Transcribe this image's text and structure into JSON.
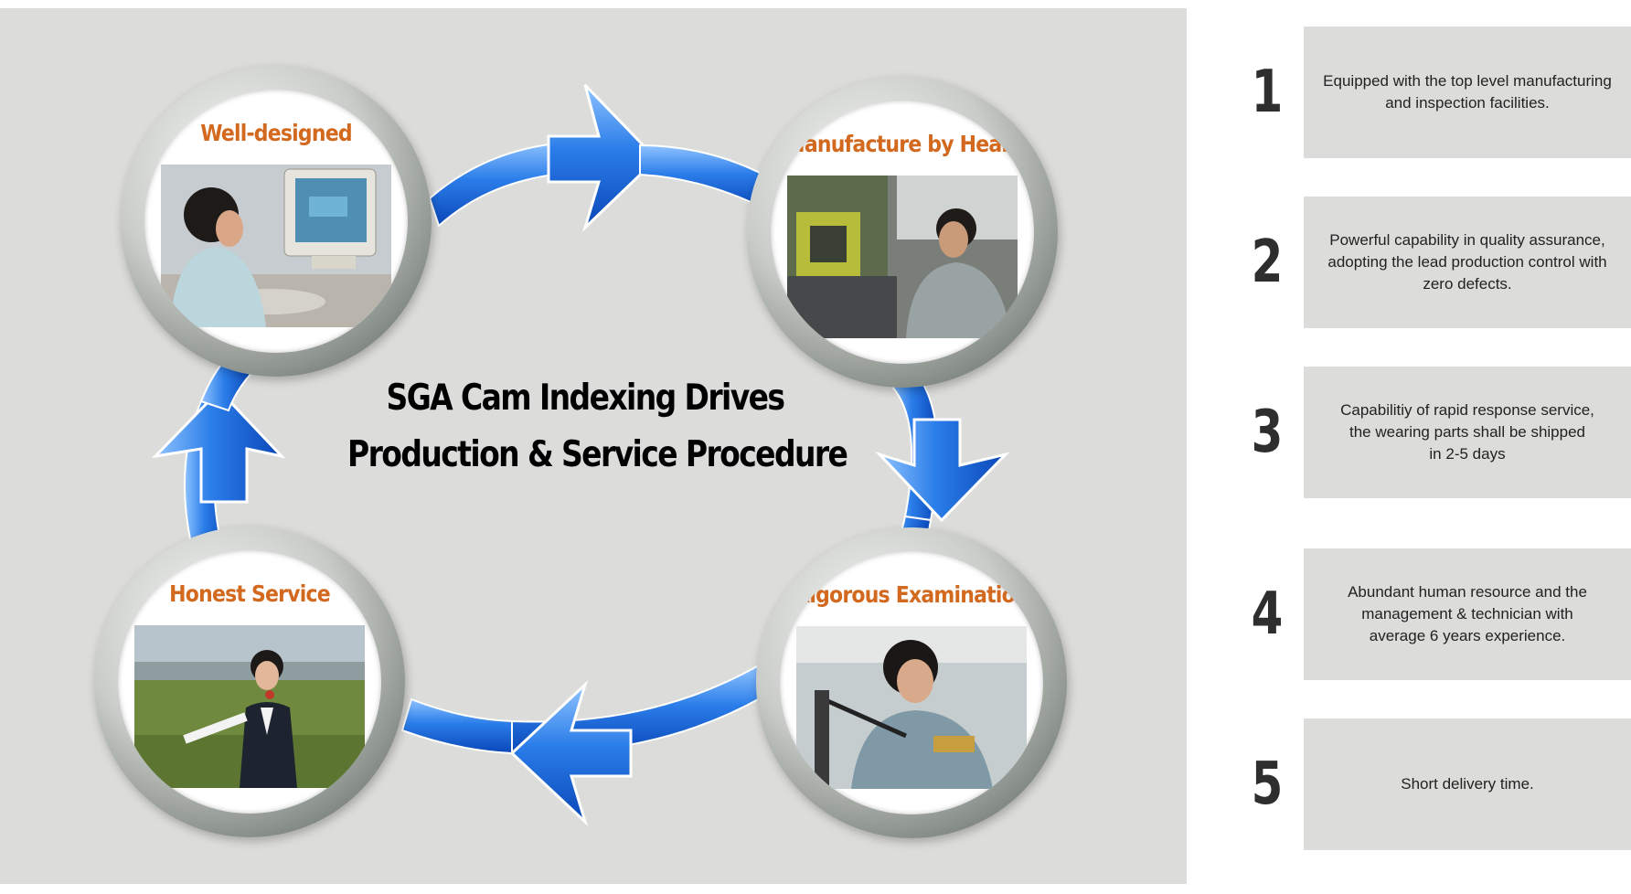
{
  "diagram": {
    "title_line1": "SGA Cam Indexing Drives",
    "title_line2": "Production & Service Procedure",
    "stages": [
      {
        "label": "Well-designed"
      },
      {
        "label": "Manufacture by Heart"
      },
      {
        "label": "Rigorous Examination"
      },
      {
        "label": "Honest Service"
      }
    ],
    "flow_direction": "clockwise",
    "arrow_color": "#1e6fe0",
    "stage_title_color": "#d2691e"
  },
  "features": [
    {
      "number": "1",
      "text": "Equipped with the top level manufacturing\nand inspection facilities."
    },
    {
      "number": "2",
      "text": "Powerful capability in quality assurance,\nadopting the lead production control with\nzero defects."
    },
    {
      "number": "3",
      "text": "Capabilitiy of rapid response service,\nthe wearing parts shall be shipped\nin 2-5 days"
    },
    {
      "number": "4",
      "text": "Abundant human resource and the\nmanagement & technician with\naverage 6 years experience."
    },
    {
      "number": "5",
      "text": "Short delivery time."
    }
  ]
}
